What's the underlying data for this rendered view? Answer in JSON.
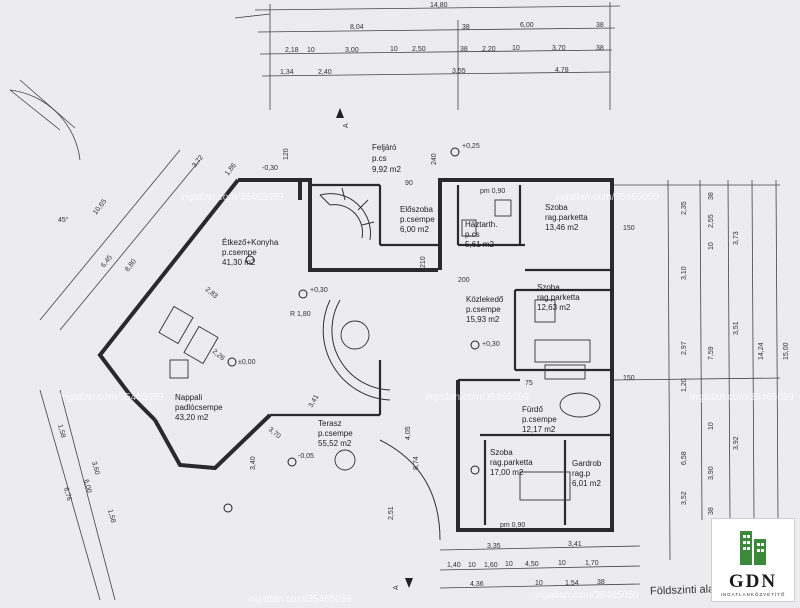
{
  "plan": {
    "title": "Földszinti alaprajz",
    "rooms": [
      {
        "id": "feljaro",
        "name": "Feljáró",
        "floor": "p.cs",
        "area": "9,92 m2"
      },
      {
        "id": "eloszoba",
        "name": "Előszoba",
        "floor": "p.csempe",
        "area": "6,00 m2"
      },
      {
        "id": "haztarth",
        "name": "Háztarth.",
        "floor": "p.cs",
        "area": "5,61 m2"
      },
      {
        "id": "szoba1",
        "name": "Szoba",
        "floor": "rag.parketta",
        "area": "13,46 m2"
      },
      {
        "id": "etkezo",
        "name": "Étkező+Konyha",
        "floor": "p.csempe",
        "area": "41,30 m2"
      },
      {
        "id": "kozlekedo",
        "name": "Közlekedő",
        "floor": "p.csempe",
        "area": "15,93 m2"
      },
      {
        "id": "szoba2",
        "name": "Szoba",
        "floor": "rag.parketta",
        "area": "12,63 m2"
      },
      {
        "id": "nappali",
        "name": "Nappali",
        "floor": "padlócsempe",
        "area": "43,20 m2"
      },
      {
        "id": "terasz",
        "name": "Terasz",
        "floor": "p.csempe",
        "area": "55,52 m2"
      },
      {
        "id": "furdo",
        "name": "Fürdő",
        "floor": "p.csempe",
        "area": "12,17 m2"
      },
      {
        "id": "szoba3",
        "name": "Szoba",
        "floor": "rag.parketta",
        "area": "17,00 m2"
      },
      {
        "id": "gardrob",
        "name": "Gardrob",
        "floor": "rag.p",
        "area": "6,01 m2"
      }
    ],
    "top_dims": {
      "row1": [
        "14,80"
      ],
      "row2": [
        "8,04",
        "38",
        "6,00",
        "38"
      ],
      "row3": [
        "2,18",
        "10",
        "3,00",
        "10",
        "2,50",
        "38",
        "2,20",
        "10",
        "3,70",
        "38"
      ],
      "row4": [
        "1,34",
        "2,40",
        "3,55",
        "4,78"
      ]
    },
    "right_dims": {
      "col1": [
        "2,35",
        "3,10",
        "2,97",
        "1,20",
        "6,58",
        "3,52"
      ],
      "col2": [
        "38",
        "2,55",
        "10",
        "7,59",
        "10",
        "3,90",
        "38"
      ],
      "col3": [
        "3,73",
        "3,51",
        "3,92"
      ],
      "col4": [
        "14,24"
      ],
      "col5": [
        "15,00"
      ]
    },
    "bottom_dims": {
      "row1": [
        "3,35",
        "3,41"
      ],
      "row2": [
        "1,40",
        "10",
        "1,60",
        "10",
        "4,50",
        "10",
        "1,70"
      ],
      "row3": [
        "4,36",
        "10",
        "1,54",
        "38"
      ]
    },
    "side_dims": [
      "45°",
      "10,65",
      "6,45",
      "8,80",
      "3,72",
      "1,86",
      "2,83",
      "1,58",
      "3,60",
      "6,00",
      "6,76",
      "1,58",
      "2,26",
      "3,41",
      "3,70",
      "4,05",
      "8,74",
      "2,51",
      "3,40"
    ],
    "window_marks": [
      "120",
      "150",
      "210",
      "240",
      "90",
      "75",
      "200",
      "pm 0,90",
      "R 1,80"
    ],
    "levels": [
      "-0,30",
      "+0,25",
      "+0,30",
      "±0,00",
      "-0,05"
    ],
    "section_mark": "A",
    "watermark": "ingatlan.com/35465059"
  },
  "logo": {
    "name": "GDN",
    "subtitle": "INGATLANKÖZVETÍTŐ"
  },
  "colors": {
    "paper": "#ececee",
    "wall": "#2a2a2a",
    "logo_green": "#3a8a3a"
  }
}
